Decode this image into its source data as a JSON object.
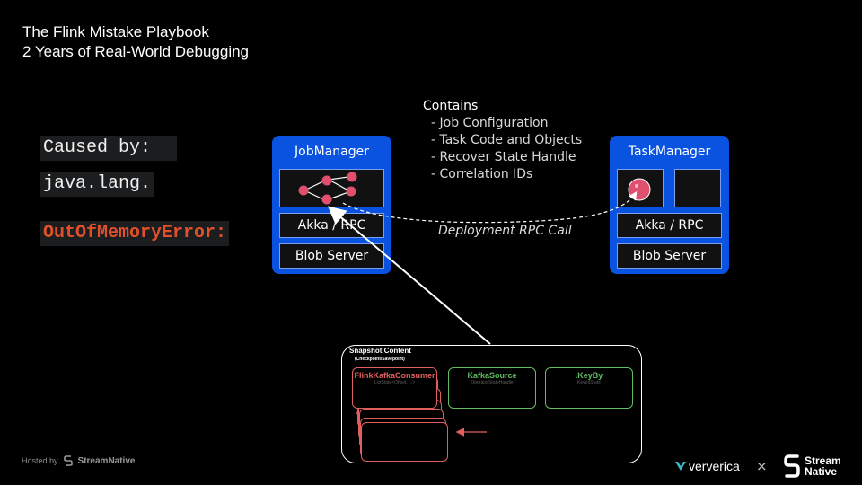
{
  "slide": {
    "title_line1": "The Flink Mistake Playbook",
    "title_line2": "2 Years of Real-World Debugging"
  },
  "error_code": {
    "line1": "Caused by:",
    "line2": "java.lang.",
    "line3": "OutOfMemoryError:"
  },
  "job_manager": {
    "title": "JobManager",
    "rpc": "Akka / RPC",
    "blob": "Blob Server"
  },
  "task_manager": {
    "title": "TaskManager",
    "rpc": "Akka / RPC",
    "blob": "Blob Server"
  },
  "contains": {
    "heading": "Contains",
    "items": [
      "- Job Configuration",
      "- Task Code and Objects",
      "- Recover State Handle",
      "- Correlation IDs"
    ]
  },
  "rpc_call_label": "Deployment RPC Call",
  "snapshot": {
    "title": "Snapshot Content",
    "subtitle": "(Checkpoint/Savepoint)",
    "operators": [
      {
        "name": "FlinkKafkaConsumer",
        "state": "ListState<Offset, ...>",
        "color": "#e06060"
      },
      {
        "name": "KafkaSource",
        "state": "OperatorStateHandle",
        "color": "#5fbf5f"
      },
      {
        "name": ".KeyBy",
        "state": "KeyedState",
        "color": "#5fbf5f"
      }
    ]
  },
  "footer": {
    "hosted_by": "Hosted by",
    "hosted_brand": "StreamNative",
    "logo_left": "ververica",
    "separator": "×",
    "logo_right_line1": "Stream",
    "logo_right_line2": "Native"
  },
  "colors": {
    "panel_blue": "#0a52e0",
    "error_red": "#e0502a",
    "node_pink": "#e0506e",
    "operator_green": "#5fbf5f",
    "operator_red": "#e06060"
  }
}
